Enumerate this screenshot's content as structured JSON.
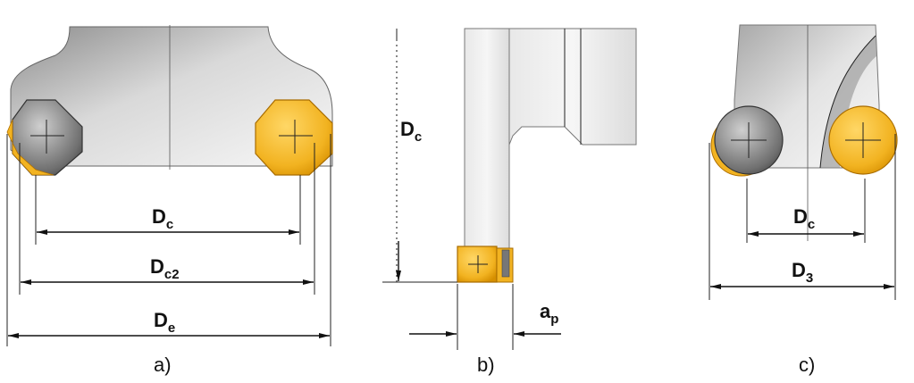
{
  "diagram_a": {
    "dim_dc": {
      "main": "D",
      "sub": "c"
    },
    "dim_dc2": {
      "main": "D",
      "sub": "c2"
    },
    "dim_de": {
      "main": "D",
      "sub": "e"
    },
    "caption": "a)"
  },
  "diagram_b": {
    "dim_dc": {
      "main": "D",
      "sub": "c"
    },
    "dim_ap": {
      "main": "a",
      "sub": "p"
    },
    "caption": "b)"
  },
  "diagram_c": {
    "dim_dc": {
      "main": "D",
      "sub": "c"
    },
    "dim_d3": {
      "main": "D",
      "sub": "3"
    },
    "caption": "c)"
  },
  "colors": {
    "insert": "#f2b321",
    "insert_edge": "#c07c00",
    "body_dark": "#9a9a9a",
    "body_light": "#f4f4f4"
  }
}
